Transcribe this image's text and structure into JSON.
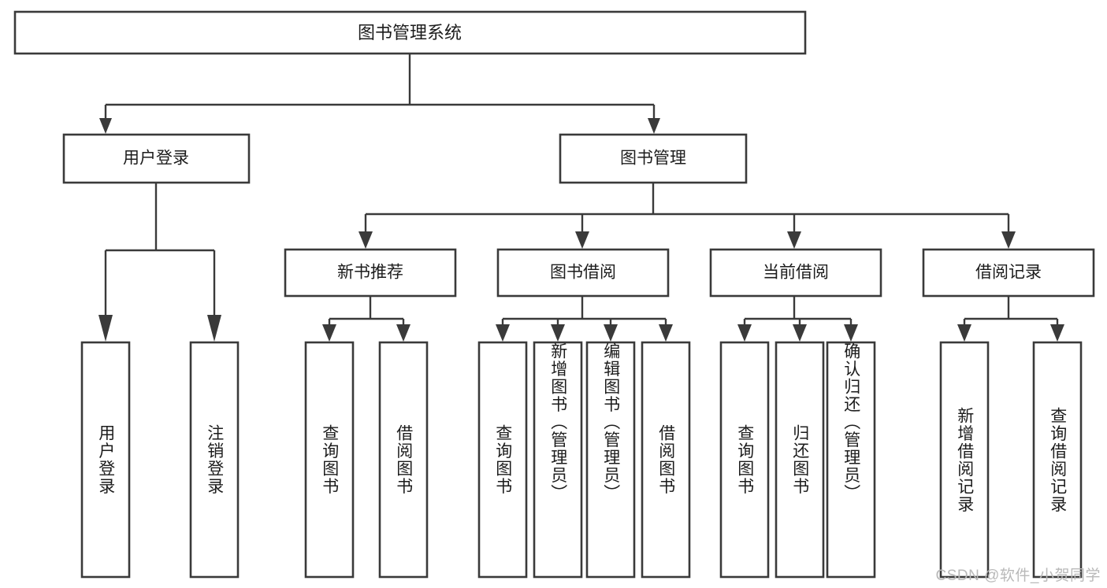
{
  "diagram": {
    "type": "hierarchy-tree",
    "title": "图书管理系统",
    "root": {
      "label": "图书管理系统",
      "orientation": "horizontal"
    },
    "level2": [
      {
        "label": "用户登录"
      },
      {
        "label": "图书管理"
      }
    ],
    "level3": [
      {
        "label": "新书推荐"
      },
      {
        "label": "图书借阅"
      },
      {
        "label": "当前借阅"
      },
      {
        "label": "借阅记录"
      }
    ],
    "leaves": {
      "user_login": [
        {
          "label": "用户登录"
        },
        {
          "label": "注销登录"
        }
      ],
      "new_book_recommend": [
        {
          "label": "查询图书"
        },
        {
          "label": "借阅图书"
        }
      ],
      "book_borrow": [
        {
          "label": "查询图书"
        },
        {
          "label": "新增图书（管理员）"
        },
        {
          "label": "编辑图书（管理员）"
        },
        {
          "label": "借阅图书"
        }
      ],
      "current_borrow": [
        {
          "label": "查询图书"
        },
        {
          "label": "归还图书"
        },
        {
          "label": "确认归还（管理员）"
        }
      ],
      "borrow_record": [
        {
          "label": "新增借阅记录"
        },
        {
          "label": "查询借阅记录"
        }
      ]
    },
    "watermark": "CSDN @软件_小贺同学",
    "colors": {
      "stroke": "#3a3a3a",
      "fill": "#ffffff",
      "text": "#1c1c1c",
      "watermark": "#b9b9b9",
      "background": "#ffffff"
    }
  }
}
